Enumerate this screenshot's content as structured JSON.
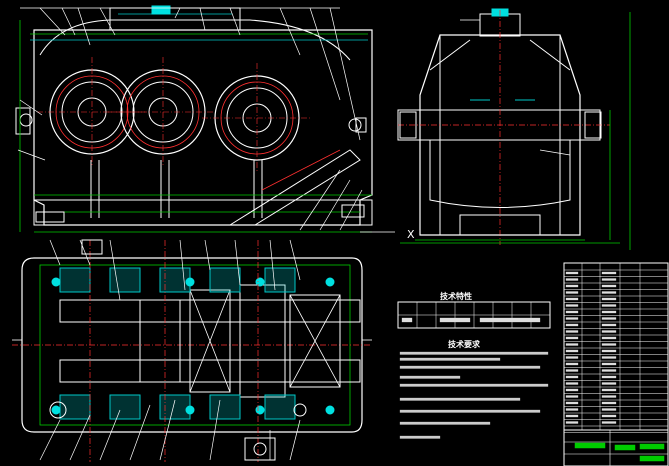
{
  "window": {
    "title": "",
    "background": "#000000"
  },
  "notes": {
    "heading_top": "技术特性",
    "heading_mid": "技术要求"
  },
  "labels": {
    "x_marker": "X"
  },
  "colors": {
    "outline": "#ffffff",
    "center": "#ff3030",
    "dimension": "#00cc00",
    "hatch": "#00c8c8",
    "leader": "#ffffff",
    "accent": "#00e0e0"
  }
}
